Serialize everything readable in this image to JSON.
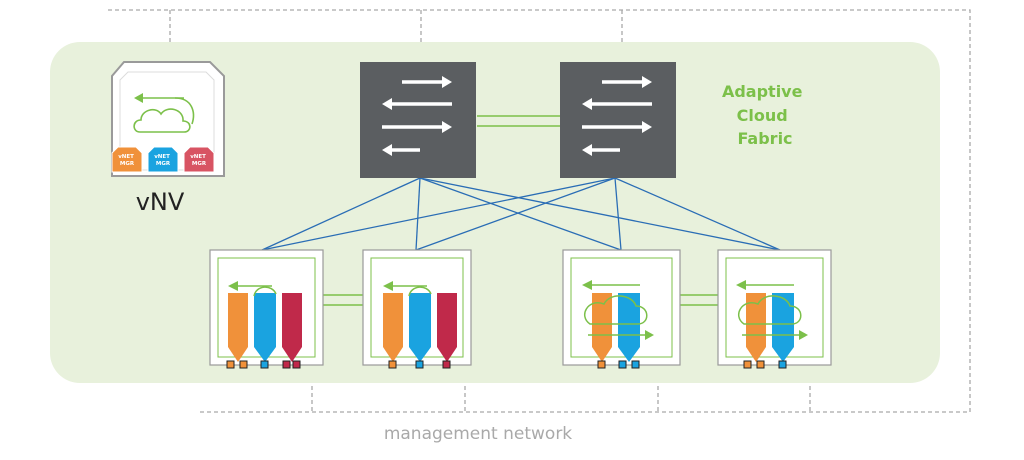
{
  "fabric": {
    "label_lines": [
      "Adaptive",
      "Cloud",
      "Fabric"
    ]
  },
  "vnv": {
    "label": "vNV",
    "badges": [
      {
        "lines": [
          "vNET",
          "MGR"
        ],
        "color": "#f0913a"
      },
      {
        "lines": [
          "vNET",
          "MGR"
        ],
        "color": "#1aa3e0"
      },
      {
        "lines": [
          "vNET",
          "MGR"
        ],
        "color": "#d85463"
      }
    ]
  },
  "management": {
    "label": "management network"
  },
  "colors": {
    "fabric_bg": "#e8f1dc",
    "switch": "#5b5e61",
    "uplink": "#2a6db5",
    "mgmt_line": "#a9a9a9",
    "green_link": "#7cc04a",
    "orange": "#f0913a",
    "blue": "#1aa3e0",
    "crimson": "#c0294a"
  },
  "icons": [
    "cloud-icon",
    "switch-arrows-icon",
    "network-port-icon",
    "vm-container-icon"
  ]
}
